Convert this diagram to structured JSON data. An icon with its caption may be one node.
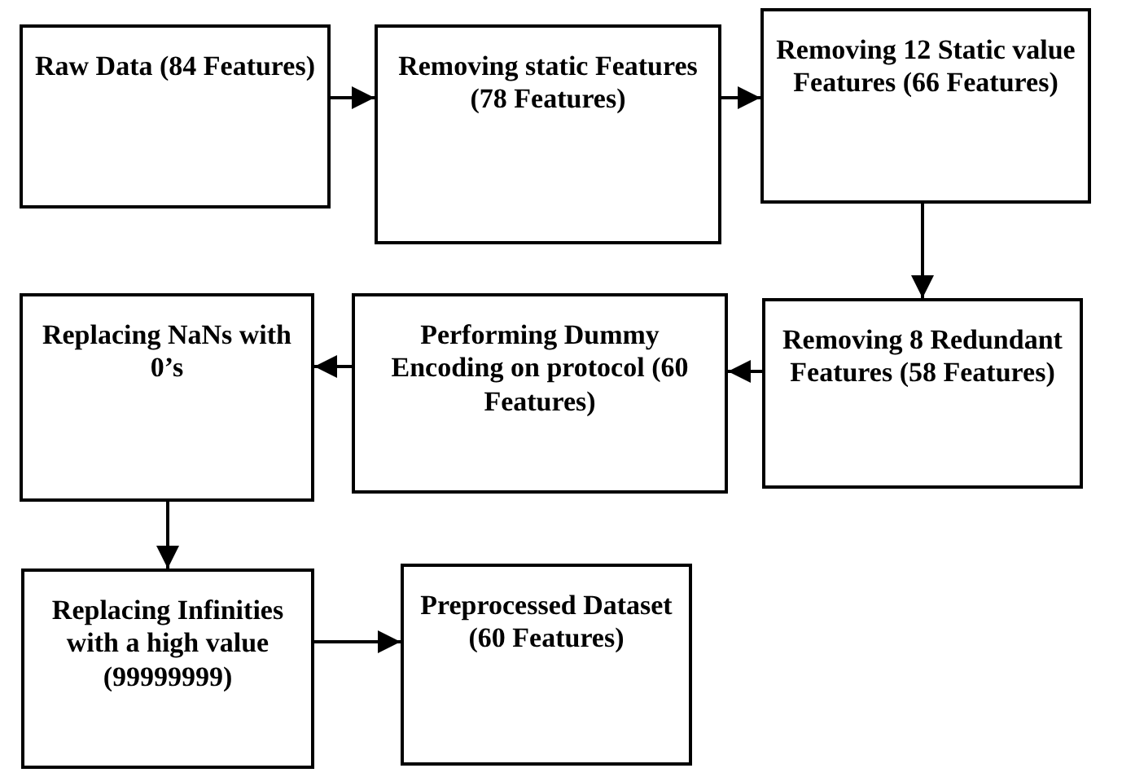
{
  "diagram": {
    "nodes": [
      {
        "text": [
          "Raw Data (84 Features)"
        ]
      },
      {
        "text": [
          "Removing static Features (78 Features)"
        ]
      },
      {
        "text": [
          "Removing 12 Static value Features (66 Features)"
        ]
      },
      {
        "text": [
          "Removing 8 Redundant Features (58 Features)"
        ]
      },
      {
        "text": [
          "Performing Dummy Encoding on protocol (60 Features)"
        ]
      },
      {
        "text": [
          "Replacing NaNs with 0’s"
        ]
      },
      {
        "text": [
          "Replacing Infinities with a high value (99999999)"
        ]
      },
      {
        "text": [
          "Preprocessed Dataset (60 Features)"
        ]
      }
    ],
    "edges": [
      {
        "from": 0,
        "to": 1,
        "arrow": "to"
      },
      {
        "from": 1,
        "to": 2,
        "arrow": "to"
      },
      {
        "from": 2,
        "to": 3,
        "arrow": "to"
      },
      {
        "from": 3,
        "to": 4,
        "arrow": "to"
      },
      {
        "from": 4,
        "to": 5,
        "arrow": "to"
      },
      {
        "from": 5,
        "to": 6,
        "arrow": "to"
      },
      {
        "from": 6,
        "to": 7,
        "arrow": "to"
      }
    ]
  }
}
